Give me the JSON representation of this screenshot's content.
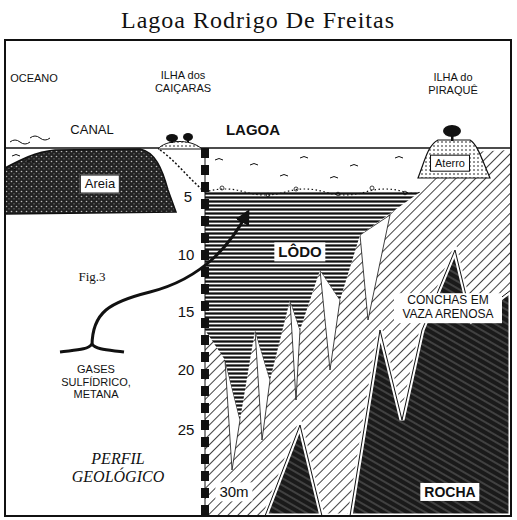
{
  "diagram": {
    "title": "Lagoa Rodrigo De Freitas",
    "labels": [
      "OCEANO",
      "ILHA dos CAIÇARAS",
      "ILHA do PIRAQUÊ",
      "CANAL",
      "LAGOA",
      "Areia",
      "Aterro",
      "5",
      "10",
      "15",
      "20",
      "25",
      "30m",
      "LÔDO",
      "CONCHAS EM VAZA ARENOSA",
      "ROCHA",
      "Fig.3",
      "GASES SULFÍDRICO, METANA",
      "PERFIL GEOLÓGICO"
    ]
  }
}
